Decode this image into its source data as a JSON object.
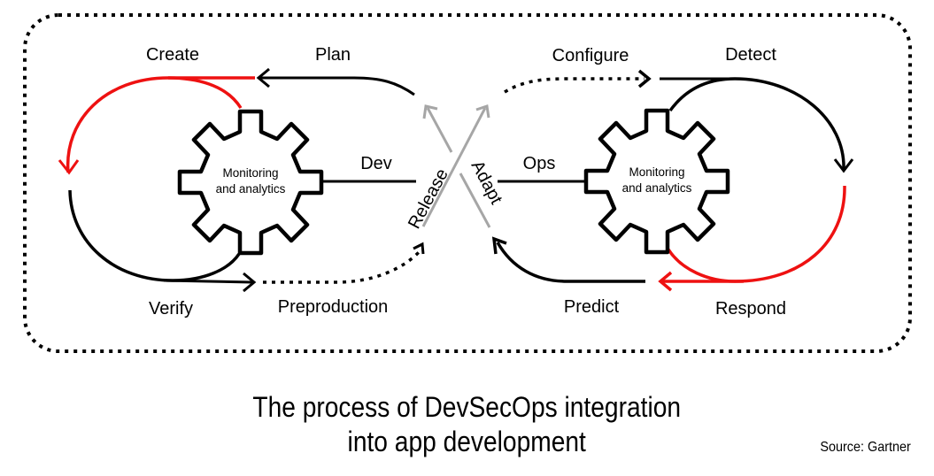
{
  "diagram": {
    "title_line1": "The process of DevSecOps integration",
    "title_line2": "into app development",
    "source": "Source: Gartner",
    "colors": {
      "stroke": "#000000",
      "accent_red": "#ee1111",
      "transition_gray": "#a6a6a6",
      "background": "#ffffff"
    },
    "dev_loop": {
      "label": "Dev",
      "gear_text_line1": "Monitoring",
      "gear_text_line2": "and analytics",
      "stages": [
        "Plan",
        "Create",
        "Verify",
        "Preproduction"
      ],
      "stage_labels": {
        "plan": "Plan",
        "create": "Create",
        "verify": "Verify",
        "preproduction": "Preproduction"
      }
    },
    "transition": {
      "release": "Release",
      "adapt": "Adapt"
    },
    "ops_loop": {
      "label": "Ops",
      "gear_text_line1": "Monitoring",
      "gear_text_line2": "and analytics",
      "stages": [
        "Configure",
        "Detect",
        "Respond",
        "Predict"
      ],
      "stage_labels": {
        "configure": "Configure",
        "detect": "Detect",
        "respond": "Respond",
        "predict": "Predict"
      }
    },
    "icons": {
      "left_gear": "gear-icon",
      "right_gear": "gear-icon"
    }
  }
}
